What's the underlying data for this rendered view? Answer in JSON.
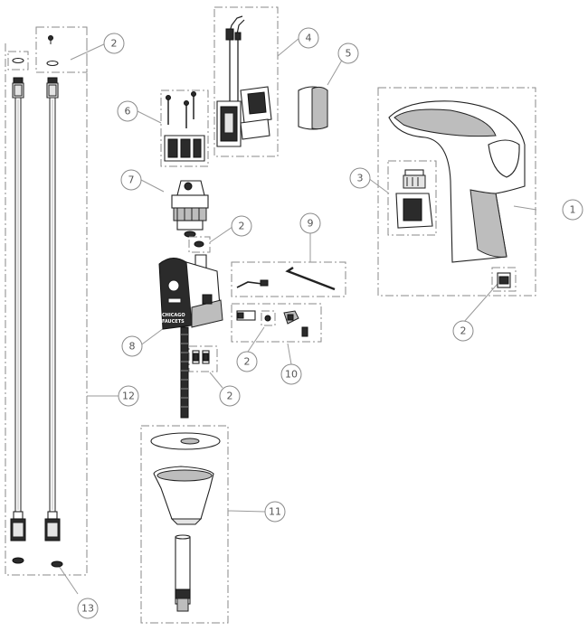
{
  "callouts": [
    {
      "num": "1"
    },
    {
      "num": "2"
    },
    {
      "num": "3"
    },
    {
      "num": "4"
    },
    {
      "num": "5"
    },
    {
      "num": "6"
    },
    {
      "num": "7"
    },
    {
      "num": "2"
    },
    {
      "num": "8"
    },
    {
      "num": "9"
    },
    {
      "num": "2"
    },
    {
      "num": "10"
    },
    {
      "num": "2"
    },
    {
      "num": "12"
    },
    {
      "num": "11"
    },
    {
      "num": "2"
    },
    {
      "num": "13"
    }
  ],
  "brand_label": [
    "CHICAGO",
    "FAUCETS"
  ]
}
